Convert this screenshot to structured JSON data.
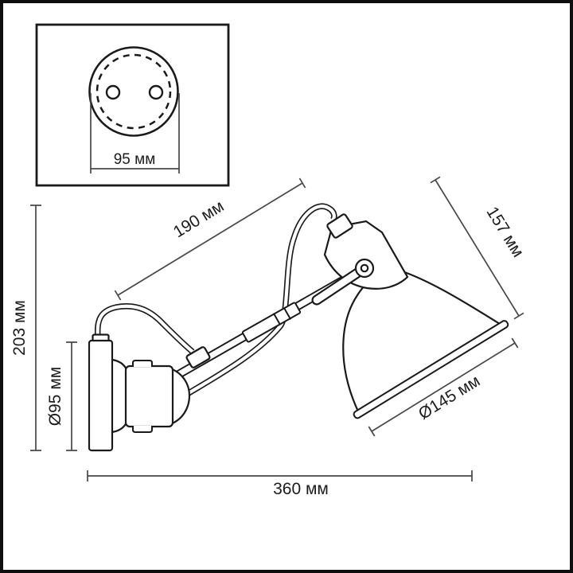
{
  "colors": {
    "ink": "#1a1a1a",
    "dimension": "#474747",
    "text": "#1c1c1c",
    "background": "#ffffff",
    "frame": "#0f0f0f"
  },
  "detail_inset": {
    "description": "mounting-plate-detail-circle",
    "diameter_label": "95 мм"
  },
  "main_drawing": {
    "labels": {
      "arm_length": "190 мм",
      "shade_depth": "157 мм",
      "overall_height": "203 мм",
      "backplate_diameter": "Ø95 мм",
      "shade_diameter": "Ø145 мм",
      "overall_width": "360 мм"
    }
  }
}
